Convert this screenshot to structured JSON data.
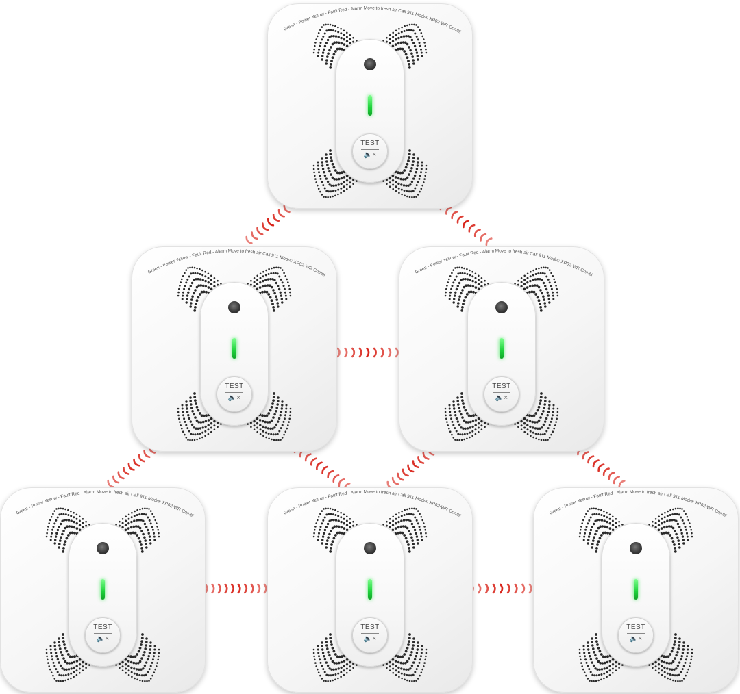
{
  "product": {
    "label_text": "Green - Power  Yellow - Fault  Red - Alarm  Move to fresh air  Call 911    Model: XP02-WR    Combination Smoke and Carbon Monoxide Alarm",
    "button_label": "TEST",
    "mute_icon": "speaker-mute-icon",
    "led_color": "#1fd23c",
    "signal_color": "#d9261c"
  },
  "detectors": [
    {
      "id": "top"
    },
    {
      "id": "middle-left"
    },
    {
      "id": "middle-right"
    },
    {
      "id": "bottom-left"
    },
    {
      "id": "bottom-center"
    },
    {
      "id": "bottom-right"
    }
  ]
}
